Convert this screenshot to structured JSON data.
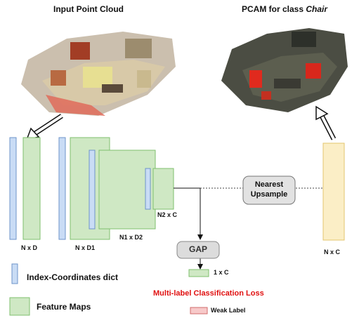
{
  "titles": {
    "input": "Input Point Cloud",
    "pcam_prefix": "PCAM for class ",
    "pcam_class": "Chair"
  },
  "labels": {
    "nxd": "N x D",
    "nxd1": "N x D1",
    "n1xd2": "N1 x D2",
    "n2xc": "N2 x C",
    "nxc": "N x C",
    "onexc": "1 x C",
    "gap": "GAP",
    "nearest_line1": "Nearest",
    "nearest_line2": "Upsample"
  },
  "legend": {
    "index_dict": "Index-Coordinates dict",
    "feature_maps": "Feature Maps",
    "loss": "Multi-label Classification Loss",
    "weak_label": "Weak Label"
  },
  "colors": {
    "index_fill": "#c9dcf5",
    "index_stroke": "#6d93c9",
    "feature_fill": "#cfe8c4",
    "feature_stroke": "#7fbf6e",
    "upsample_fill": "#fbeec6",
    "upsample_stroke": "#e3c56d",
    "weak_fill": "#f7c9c9",
    "weak_stroke": "#d26b6b",
    "loss_text": "#e01010"
  }
}
